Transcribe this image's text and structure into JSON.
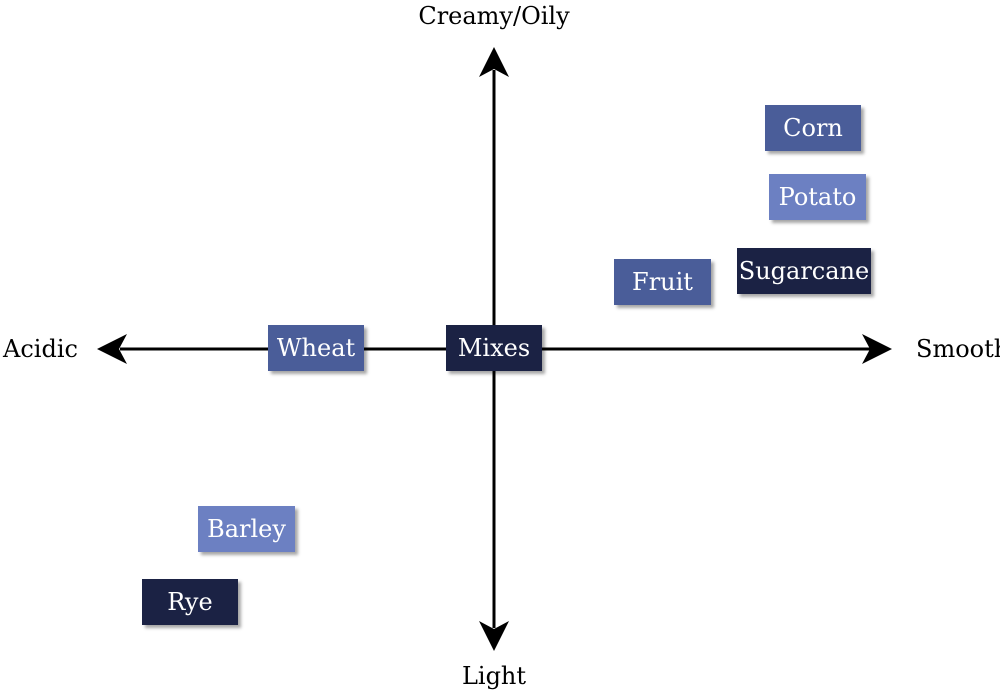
{
  "axes": {
    "top": "Creamy/Oily",
    "bottom": "Light",
    "left": "Acidic",
    "right": "Smooth"
  },
  "items": [
    {
      "label": "Corn",
      "color": "#4a5d99"
    },
    {
      "label": "Potato",
      "color": "#6c80c2"
    },
    {
      "label": "Fruit",
      "color": "#4a5d99"
    },
    {
      "label": "Sugarcane",
      "color": "#1b2244"
    },
    {
      "label": "Wheat",
      "color": "#4a5d99"
    },
    {
      "label": "Mixes",
      "color": "#1b2244"
    },
    {
      "label": "Barley",
      "color": "#6c80c2"
    },
    {
      "label": "Rye",
      "color": "#1b2244"
    }
  ]
}
